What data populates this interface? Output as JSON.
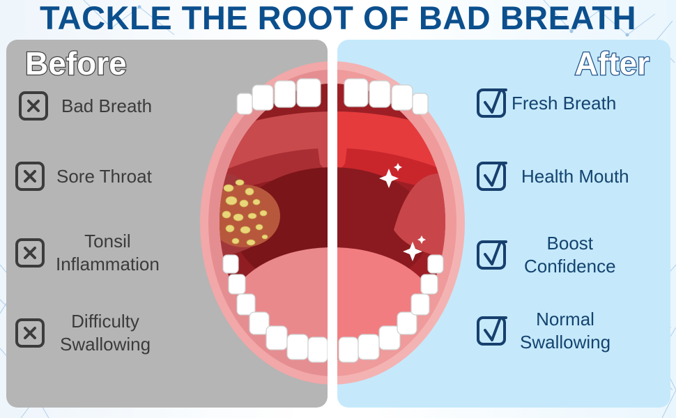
{
  "title": "TACKLE THE ROOT OF BAD BREATH",
  "before": {
    "label": "Before",
    "items": [
      {
        "text": "Bad Breath",
        "icon": "x-box-icon"
      },
      {
        "text": "Sore Throat",
        "icon": "x-box-icon"
      },
      {
        "text": "Tonsil\nInflammation",
        "icon": "x-box-icon"
      },
      {
        "text": "Difficulty\nSwallowing",
        "icon": "x-box-icon"
      }
    ]
  },
  "after": {
    "label": "After",
    "items": [
      {
        "text": "Fresh Breath",
        "icon": "check-box-icon"
      },
      {
        "text": "Health Mouth",
        "icon": "check-box-icon"
      },
      {
        "text": "Boost\nConfidence",
        "icon": "check-box-icon"
      },
      {
        "text": "Normal\nSwallowing",
        "icon": "check-box-icon"
      }
    ]
  },
  "colors": {
    "title": "#0c4f8d",
    "before_panel": "#b5b5b5",
    "after_panel": "#c5e9fb",
    "before_text": "#3b3b3b",
    "after_text": "#14436f"
  }
}
